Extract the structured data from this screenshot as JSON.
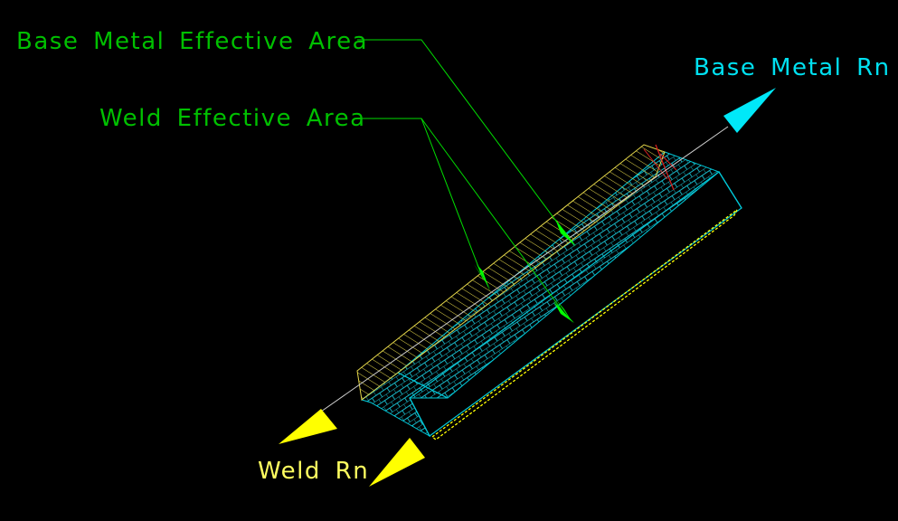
{
  "labels": {
    "base_metal_effective_area": "Base Metal Effective Area",
    "weld_effective_area": "Weld Effective Area",
    "base_metal_rn": "Base Metal Rn",
    "weld_rn": "Weld Rn"
  },
  "colors": {
    "background": "#000000",
    "area_labels": "#00c000",
    "base_metal": "#00e0f0",
    "weld": "#ffff00",
    "edge_accent": "#e02020",
    "leader_green": "#00dd00"
  }
}
